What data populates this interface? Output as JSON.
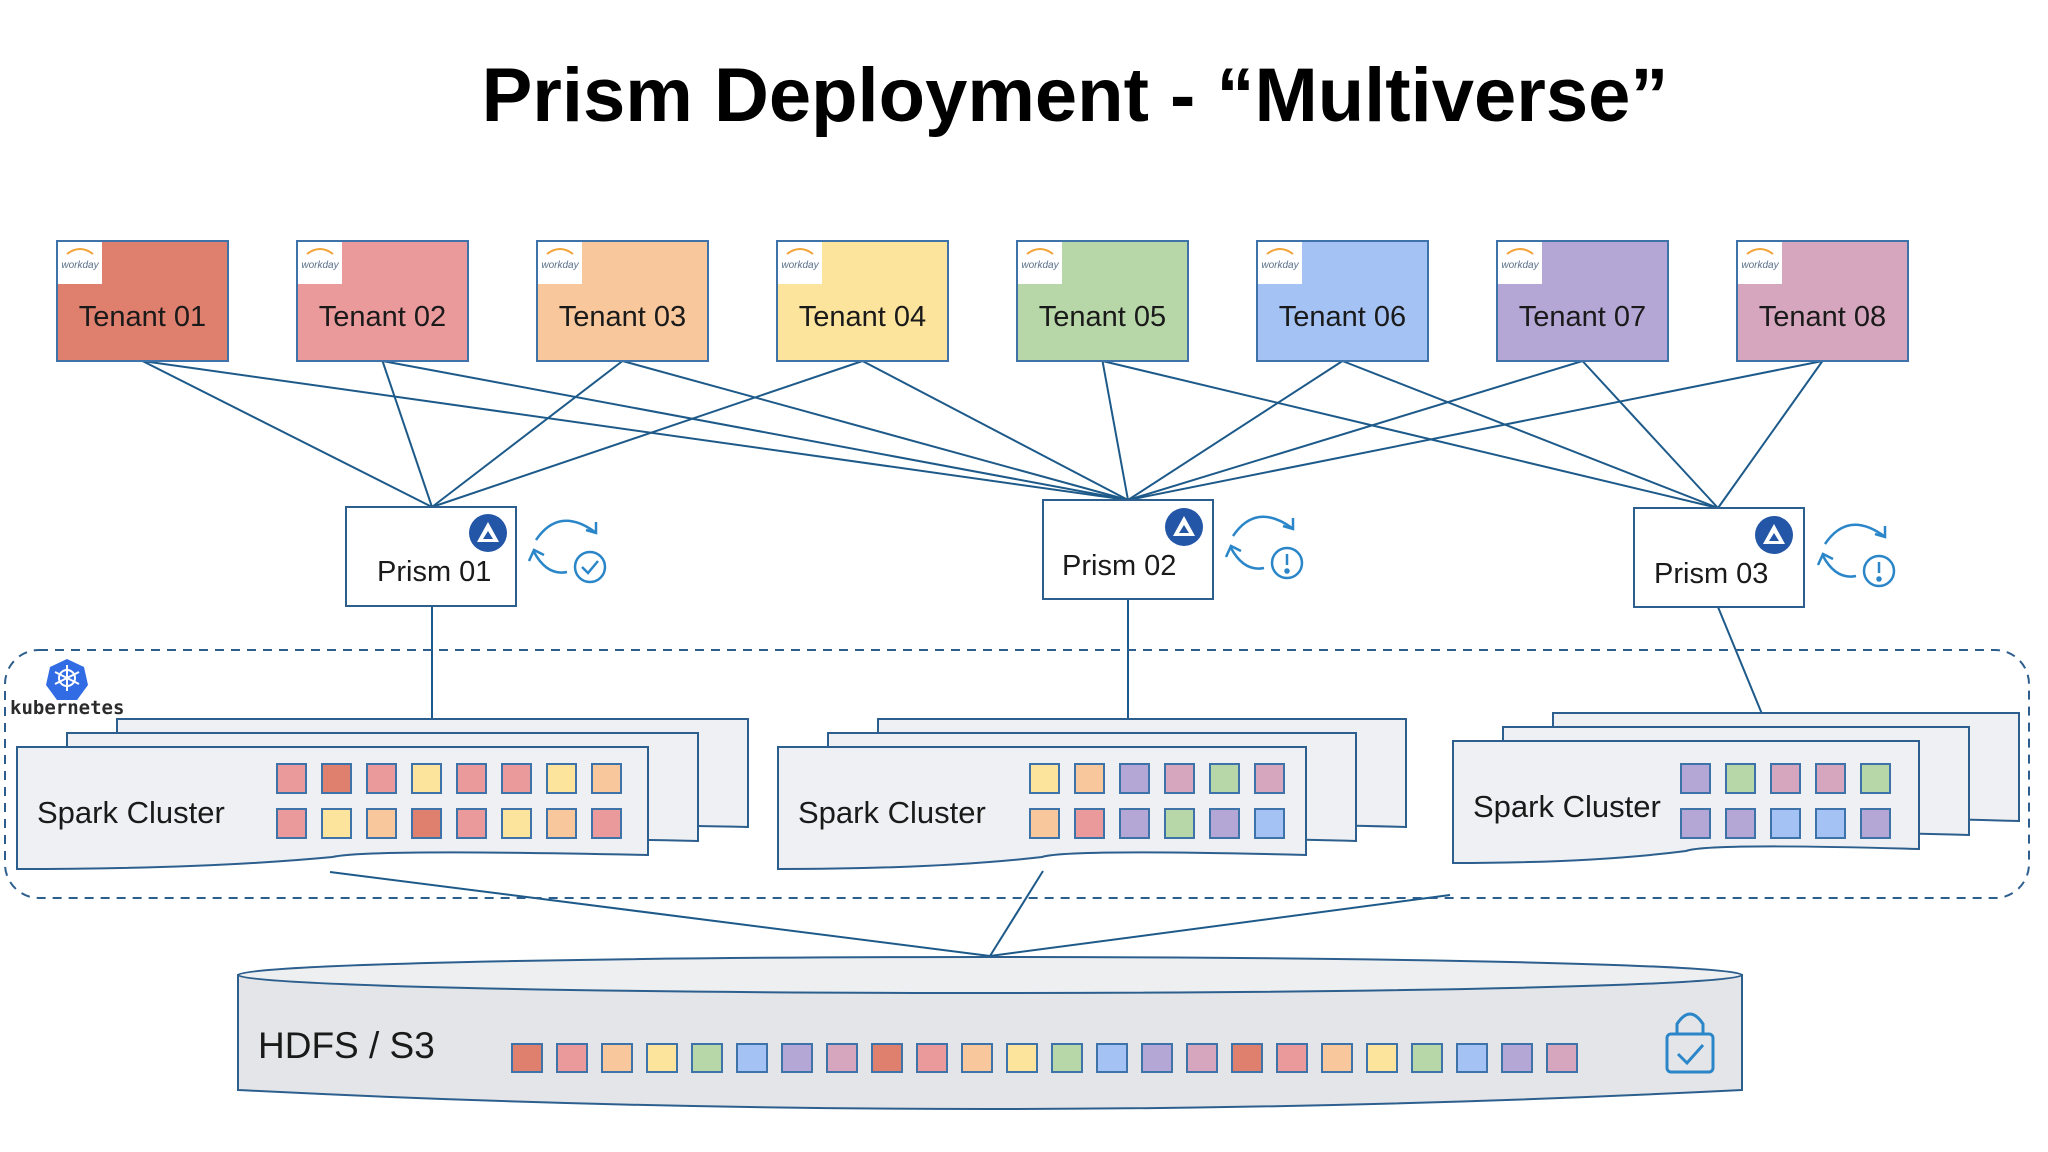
{
  "title": "Prism Deployment - “Multiverse”",
  "colors": {
    "line": "#1d5a8a",
    "icon": "#2a86c8",
    "prism_logo": "#2356a6",
    "k8s": "#326ce5",
    "panel_fill": "#eef0f3",
    "panel_stroke": "#2d5f8e",
    "db_fill": "#e4e5e8"
  },
  "tenants": [
    {
      "label": "Tenant 01",
      "logo": "workday",
      "color": "#df7f6d"
    },
    {
      "label": "Tenant 02",
      "logo": "workday",
      "color": "#eb9a9c"
    },
    {
      "label": "Tenant 03",
      "logo": "workday",
      "color": "#f8c79c"
    },
    {
      "label": "Tenant 04",
      "logo": "workday",
      "color": "#fce49c"
    },
    {
      "label": "Tenant 05",
      "logo": "workday",
      "color": "#b7d7a8"
    },
    {
      "label": "Tenant 06",
      "logo": "workday",
      "color": "#a4c2f4"
    },
    {
      "label": "Tenant 07",
      "logo": "workday",
      "color": "#b4a7d6"
    },
    {
      "label": "Tenant 08",
      "logo": "workday",
      "color": "#d5a6bd"
    }
  ],
  "prisms": [
    {
      "label": "Prism 01",
      "status_icon": "sync-check-icon"
    },
    {
      "label": "Prism 02",
      "status_icon": "sync-alert-icon"
    },
    {
      "label": "Prism 03",
      "status_icon": "sync-alert-icon"
    }
  ],
  "kubernetes_label": "kubernetes",
  "clusters": [
    {
      "label": "Spark Cluster",
      "blocks": [
        [
          1,
          0,
          1,
          3,
          1,
          1,
          3,
          2
        ],
        [
          1,
          3,
          2,
          0,
          1,
          3,
          2,
          1
        ]
      ]
    },
    {
      "label": "Spark Cluster",
      "blocks": [
        [
          3,
          2,
          6,
          7,
          4,
          7
        ],
        [
          2,
          1,
          6,
          4,
          6,
          5
        ]
      ]
    },
    {
      "label": "Spark Cluster",
      "blocks": [
        [
          6,
          4,
          7,
          7,
          4
        ],
        [
          6,
          6,
          5,
          5,
          6
        ]
      ]
    }
  ],
  "storage": {
    "label": "HDFS / S3",
    "blocks": [
      0,
      1,
      2,
      3,
      4,
      5,
      6,
      7,
      0,
      1,
      2,
      3,
      4,
      5,
      6,
      7,
      0,
      1,
      2,
      3,
      4,
      5,
      6,
      7
    ],
    "icon": "lock-check-icon"
  }
}
